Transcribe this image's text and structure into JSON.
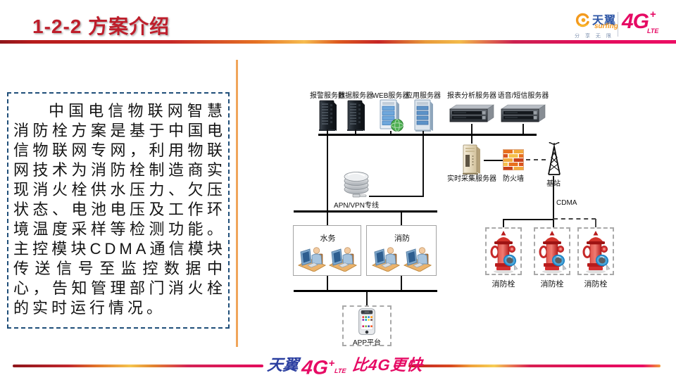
{
  "slide": {
    "title": "1-2-2 方案介绍"
  },
  "brand": {
    "name": "天翼",
    "sub": "surfing",
    "tagline": "分 享 无 限",
    "tech": "4G",
    "plus": "+",
    "lte": "LTE",
    "slogan": "比4G更快"
  },
  "intro": {
    "paragraph": "中国电信物联网智慧消防栓方案是基于中国电信物联网专网，利用物联网技术为消防栓制造商实现消火栓供水压力、欠压状态、电池电压及工作环境温度采样等检测功能。主控模块CDMA通信模块传送信号至监控数据中心，告知管理部门消火栓的实时运行情况。"
  },
  "diagram": {
    "servers": [
      {
        "label": "报警服务器"
      },
      {
        "label": "数据服务器"
      },
      {
        "label": "WEB服务器"
      },
      {
        "label": "应用服务器"
      },
      {
        "label": "报表分析服务器"
      },
      {
        "label": "语音/短信服务器"
      }
    ],
    "apn": {
      "label": "APN/VPN专线"
    },
    "collector": {
      "label": "实时采集服务器"
    },
    "firewall": {
      "label": "防火墙"
    },
    "base_station": {
      "label": "基站"
    },
    "cdma": {
      "label": "CDMA"
    },
    "water": {
      "label": "水务"
    },
    "fire": {
      "label": "消防"
    },
    "hydrants": [
      {
        "label": "消防栓"
      },
      {
        "label": "消防栓"
      },
      {
        "label": "消防栓"
      }
    ],
    "app": {
      "label": "APP平台"
    }
  },
  "colors": {
    "title_red": "#BE1E2B",
    "brand_blue": "#2B4EA2",
    "brand_magenta": "#E60A64",
    "divider_orange": "#F0A55A",
    "intro_border_blue": "#1F4E79"
  }
}
